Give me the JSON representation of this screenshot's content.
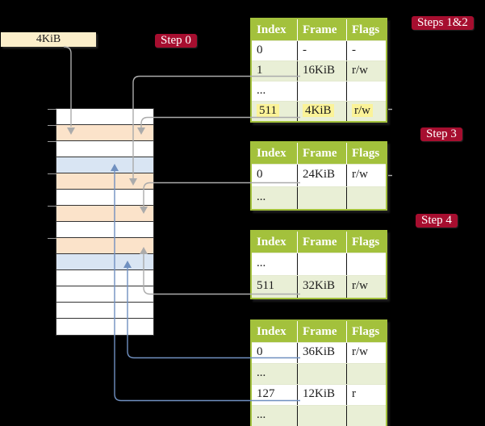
{
  "colors": {
    "background": "#000000",
    "table_header_green": "#A3C13C",
    "table_row_shaded": "#E9EFD6",
    "highlight_yellow": "#FBF398",
    "step_label_red": "#A60E2F",
    "frame_orange": "#FBE3CA",
    "frame_blue": "#D9E5F3",
    "size_label_cream": "#FBEECA",
    "arrow_gray": "#ABABAB",
    "arrow_blue": "#7090C0"
  },
  "size_label": {
    "text": "4KiB"
  },
  "step_labels": {
    "step0": "Step 0",
    "steps12": "Steps 1&2",
    "step3": "Step 3",
    "step4": "Step 4"
  },
  "memory_strip": {
    "frame_count": 14,
    "frames": [
      {
        "fill": "white"
      },
      {
        "fill": "orange"
      },
      {
        "fill": "white"
      },
      {
        "fill": "blue"
      },
      {
        "fill": "orange"
      },
      {
        "fill": "white"
      },
      {
        "fill": "orange"
      },
      {
        "fill": "white"
      },
      {
        "fill": "orange"
      },
      {
        "fill": "blue"
      },
      {
        "fill": "white"
      },
      {
        "fill": "white"
      },
      {
        "fill": "white"
      },
      {
        "fill": "white"
      }
    ],
    "tick_rows": [
      0,
      1,
      2,
      4,
      6,
      8
    ]
  },
  "tables": [
    {
      "id": "page-table-1",
      "headers": [
        "Index",
        "Frame",
        "Flags"
      ],
      "rows": [
        {
          "cells": [
            "0",
            "-",
            "-"
          ],
          "shaded": false,
          "highlight": false
        },
        {
          "cells": [
            "1",
            "16KiB",
            "r/w"
          ],
          "shaded": true,
          "highlight": false
        },
        {
          "cells": [
            "...",
            "",
            ""
          ],
          "shaded": false,
          "highlight": false
        },
        {
          "cells": [
            "511",
            "4KiB",
            "r/w"
          ],
          "shaded": true,
          "highlight": true
        }
      ]
    },
    {
      "id": "page-table-2",
      "headers": [
        "Index",
        "Frame",
        "Flags"
      ],
      "rows": [
        {
          "cells": [
            "0",
            "24KiB",
            "r/w"
          ],
          "shaded": false,
          "highlight": false
        },
        {
          "cells": [
            "...",
            "",
            ""
          ],
          "shaded": true,
          "highlight": false
        }
      ]
    },
    {
      "id": "page-table-3",
      "headers": [
        "Index",
        "Frame",
        "Flags"
      ],
      "rows": [
        {
          "cells": [
            "...",
            "",
            ""
          ],
          "shaded": false,
          "highlight": false
        },
        {
          "cells": [
            "511",
            "32KiB",
            "r/w"
          ],
          "shaded": true,
          "highlight": false
        }
      ]
    },
    {
      "id": "page-table-4",
      "headers": [
        "Index",
        "Frame",
        "Flags"
      ],
      "rows": [
        {
          "cells": [
            "0",
            "36KiB",
            "r/w"
          ],
          "shaded": false,
          "highlight": false
        },
        {
          "cells": [
            "...",
            "",
            ""
          ],
          "shaded": true,
          "highlight": false
        },
        {
          "cells": [
            "127",
            "12KiB",
            "r"
          ],
          "shaded": false,
          "highlight": false
        },
        {
          "cells": [
            "...",
            "",
            ""
          ],
          "shaded": true,
          "highlight": false
        }
      ]
    }
  ],
  "connections": [
    {
      "from": "size-label-4kib",
      "to": "memory-frame-4kib",
      "style": "gray"
    },
    {
      "from": "page-table-1-row-1-16kib",
      "to": "memory-frame-16kib",
      "style": "gray"
    },
    {
      "from": "page-table-1-row-511-4kib",
      "to": "memory-frame-4kib",
      "style": "gray"
    },
    {
      "from": "page-table-2-row-0-24kib",
      "to": "memory-frame-24kib",
      "style": "gray"
    },
    {
      "from": "page-table-3-row-511-32kib",
      "to": "memory-frame-32kib",
      "style": "gray"
    },
    {
      "from": "page-table-4-row-0-36kib",
      "to": "memory-frame-36kib",
      "style": "blue"
    },
    {
      "from": "page-table-4-row-127-12kib",
      "to": "memory-frame-12kib",
      "style": "blue"
    }
  ]
}
